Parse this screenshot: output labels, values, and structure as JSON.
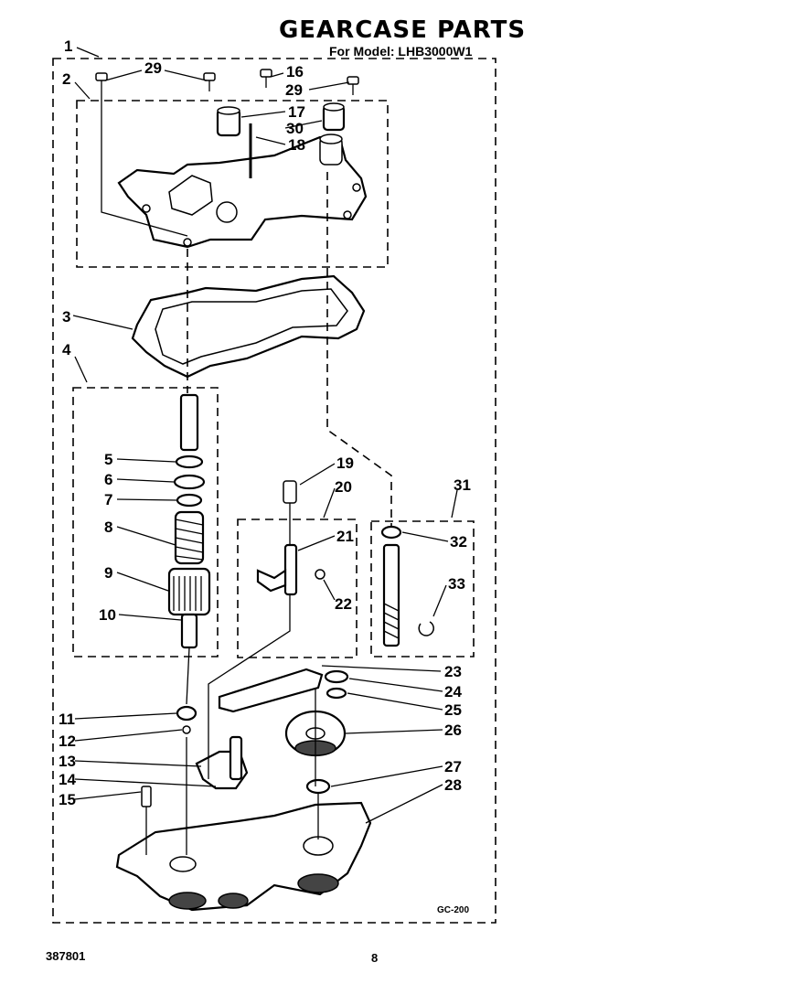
{
  "page": {
    "title": "GEARCASE PARTS",
    "subtitle": "For Model: LHB3000W1",
    "doc_number": "387801",
    "page_number": "8",
    "diagram_code": "GC-200"
  },
  "callouts": [
    "1",
    "2",
    "29",
    "16",
    "29",
    "17",
    "30",
    "18",
    "3",
    "4",
    "5",
    "6",
    "7",
    "8",
    "9",
    "10",
    "19",
    "20",
    "21",
    "22",
    "31",
    "32",
    "33",
    "23",
    "24",
    "25",
    "26",
    "11",
    "12",
    "13",
    "14",
    "15",
    "27",
    "28"
  ]
}
